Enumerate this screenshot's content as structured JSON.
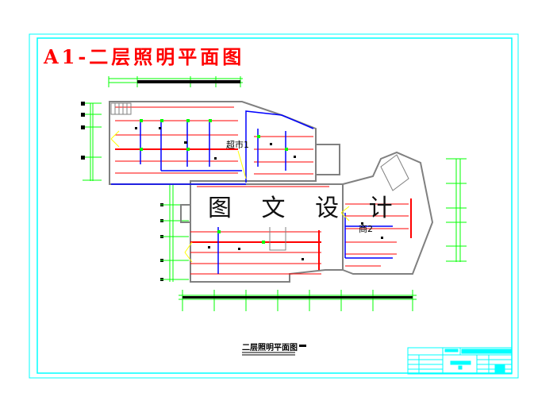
{
  "drawing": {
    "title": "A1-二层照明平面图",
    "watermark": "图 文 设 计",
    "caption": "二层照明平面图",
    "rooms": [
      "超市1",
      "商2"
    ],
    "colors": {
      "frame": "#00ffff",
      "title": "#ff0000",
      "lighting_circuit": "#ff0000",
      "power_circuit": "#0000ff",
      "axis_grid": "#00ff00",
      "wiring": "#ffff00",
      "walls": "#808080"
    }
  }
}
